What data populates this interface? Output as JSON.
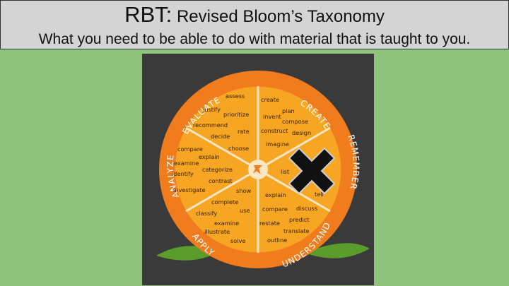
{
  "header": {
    "title_abbr": "RBT:",
    "title_rest": "Revised Bloom’s Taxonomy",
    "subtitle": "What you need to be able to do with material that is taught to you."
  },
  "colors": {
    "background": "#90c47c",
    "header_bg": "#d4d4d4",
    "panel_bg": "#3a3a3a",
    "orange_ring": "#f07c1e",
    "orange_segment": "#f6a623",
    "leaf_green": "#5a9d2c",
    "x_mark": "#111111"
  },
  "diagram": {
    "ring_labels": {
      "evaluate": "EVALUATE",
      "create": "CREATE",
      "remember": "REMEMBER",
      "understand": "UNDERSTAND",
      "apply": "APPLY",
      "analyze": "ANALYZE"
    },
    "words": {
      "evaluate": [
        "assess",
        "justify",
        "prioritize",
        "recommend",
        "rate",
        "decide",
        "choose"
      ],
      "create": [
        "create",
        "plan",
        "invent",
        "compose",
        "construct",
        "design",
        "imagine"
      ],
      "remember": [
        "list",
        "tell"
      ],
      "understand": [
        "explain",
        "compare",
        "discuss",
        "restate",
        "predict",
        "translate",
        "outline"
      ],
      "apply": [
        "show",
        "complete",
        "use",
        "classify",
        "examine",
        "illustrate",
        "solve"
      ],
      "analyze": [
        "compare",
        "explain",
        "examine",
        "categorize",
        "identify",
        "contrast",
        "investigate"
      ]
    },
    "overlay_icon": "x-mark-icon"
  }
}
